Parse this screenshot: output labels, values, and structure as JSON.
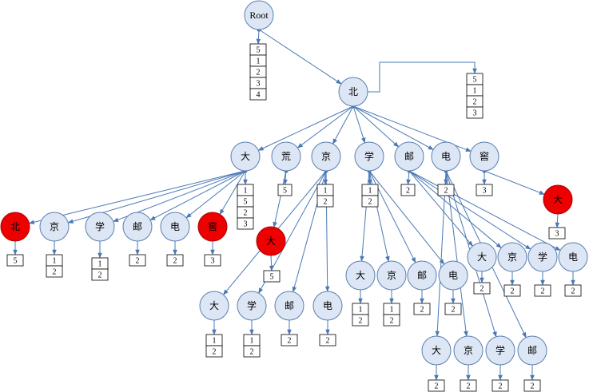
{
  "nodes": [
    {
      "id": "root",
      "label": "Root",
      "red": false
    },
    {
      "id": "bei",
      "label": "北",
      "red": false
    },
    {
      "id": "da1",
      "label": "大",
      "red": false
    },
    {
      "id": "huang",
      "label": "荒",
      "red": false
    },
    {
      "id": "jing1",
      "label": "京",
      "red": false
    },
    {
      "id": "xue1",
      "label": "学",
      "red": false
    },
    {
      "id": "you1",
      "label": "邮",
      "red": false
    },
    {
      "id": "dian1",
      "label": "电",
      "red": false
    },
    {
      "id": "jiao1",
      "label": "窖",
      "red": false
    },
    {
      "id": "da_red",
      "label": "大",
      "red": true
    },
    {
      "id": "r_l2_0",
      "label": "北",
      "red": true
    },
    {
      "id": "jing2",
      "label": "京",
      "red": false
    },
    {
      "id": "xue2",
      "label": "学",
      "red": false
    },
    {
      "id": "you2",
      "label": "邮",
      "red": false
    },
    {
      "id": "dian2",
      "label": "电",
      "red": false
    },
    {
      "id": "jiao2",
      "label": "窖",
      "red": true
    },
    {
      "id": "r_l3_1",
      "label": "大",
      "red": true
    },
    {
      "id": "da3",
      "label": "大",
      "red": false
    },
    {
      "id": "xue3",
      "label": "学",
      "red": false
    },
    {
      "id": "you3",
      "label": "邮",
      "red": false
    },
    {
      "id": "dian3",
      "label": "电",
      "red": false
    },
    {
      "id": "da4",
      "label": "大",
      "red": false
    },
    {
      "id": "jing4",
      "label": "京",
      "red": false
    },
    {
      "id": "you4",
      "label": "邮",
      "red": false
    },
    {
      "id": "dian4",
      "label": "电",
      "red": false
    },
    {
      "id": "da5",
      "label": "大",
      "red": false
    },
    {
      "id": "jing5",
      "label": "京",
      "red": false
    },
    {
      "id": "xue5",
      "label": "学",
      "red": false
    },
    {
      "id": "dian5",
      "label": "电",
      "red": false
    },
    {
      "id": "da6",
      "label": "大",
      "red": false
    },
    {
      "id": "jing6",
      "label": "京",
      "red": false
    },
    {
      "id": "xue6",
      "label": "学",
      "red": false
    },
    {
      "id": "you6",
      "label": "邮",
      "red": false
    }
  ],
  "boxes": [
    {
      "id": "b_root",
      "values": [
        "5",
        "1",
        "2",
        "3",
        "4"
      ]
    },
    {
      "id": "b_bei",
      "values": [
        "5",
        "1",
        "2",
        "3"
      ]
    },
    {
      "id": "b_da1",
      "values": [
        "1",
        "5",
        "2",
        "3"
      ]
    },
    {
      "id": "b_huang",
      "values": [
        "5"
      ]
    },
    {
      "id": "b_jing1",
      "values": [
        "1",
        "2"
      ]
    },
    {
      "id": "b_xue1",
      "values": [
        "1",
        "2"
      ]
    },
    {
      "id": "b_you1",
      "values": [
        "2"
      ]
    },
    {
      "id": "b_dian1",
      "values": [
        "2"
      ]
    },
    {
      "id": "b_jiao1",
      "values": [
        "3"
      ]
    },
    {
      "id": "b_da_red",
      "values": [
        "3"
      ]
    },
    {
      "id": "b_r0",
      "values": [
        "5"
      ]
    },
    {
      "id": "b_jing2",
      "values": [
        "1",
        "2"
      ]
    },
    {
      "id": "b_xue2",
      "values": [
        "1",
        "2"
      ]
    },
    {
      "id": "b_you2",
      "values": [
        "2"
      ]
    },
    {
      "id": "b_dian2",
      "values": [
        "2"
      ]
    },
    {
      "id": "b_jiao2",
      "values": [
        "3"
      ]
    },
    {
      "id": "b_r31",
      "values": [
        "5"
      ]
    },
    {
      "id": "b_da3",
      "values": [
        "1",
        "2"
      ]
    },
    {
      "id": "b_xue3",
      "values": [
        "1",
        "2"
      ]
    },
    {
      "id": "b_you3",
      "values": [
        "2"
      ]
    },
    {
      "id": "b_dian3",
      "values": [
        "2"
      ]
    },
    {
      "id": "b_da4",
      "values": [
        "1",
        "2"
      ]
    },
    {
      "id": "b_jing4",
      "values": [
        "1",
        "2"
      ]
    },
    {
      "id": "b_you4",
      "values": [
        "2"
      ]
    },
    {
      "id": "b_dian4",
      "values": [
        "2"
      ]
    },
    {
      "id": "b_da5",
      "values": [
        "2"
      ]
    },
    {
      "id": "b_jing5",
      "values": [
        "2"
      ]
    },
    {
      "id": "b_xue5",
      "values": [
        "2"
      ]
    },
    {
      "id": "b_dian5",
      "values": [
        "2"
      ]
    },
    {
      "id": "b_da6",
      "values": [
        "2"
      ]
    },
    {
      "id": "b_jing6",
      "values": [
        "2"
      ]
    },
    {
      "id": "b_xue6",
      "values": [
        "2"
      ]
    },
    {
      "id": "b_you6",
      "values": [
        "2"
      ]
    }
  ],
  "colors": {
    "node_fill": "#dde6f4",
    "node_stroke": "#5a7fb0",
    "red_fill": "#ee0000",
    "line": "#4a78b5"
  }
}
